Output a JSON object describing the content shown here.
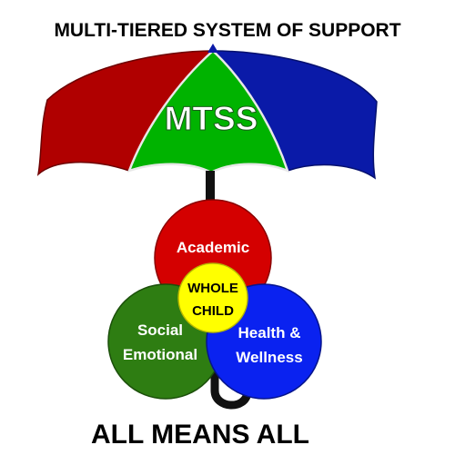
{
  "title": "MULTI-TIERED SYSTEM OF SUPPORT",
  "footer": "ALL MEANS ALL",
  "umbrella": {
    "label": "MTSS",
    "colors": {
      "left": "#b00000",
      "center": "#00b300",
      "right": "#0a1aa8",
      "handle": "#111111"
    }
  },
  "circles": {
    "academic": {
      "label": "Academic",
      "color": "#d40000"
    },
    "social_emotional": {
      "line1": "Social",
      "line2": "Emotional",
      "color": "#2e7d12"
    },
    "health_wellness": {
      "line1": "Health &",
      "line2": "Wellness",
      "color": "#0a22f0"
    },
    "whole_child": {
      "line1": "WHOLE",
      "line2": "CHILD",
      "color": "#ffff00"
    }
  }
}
